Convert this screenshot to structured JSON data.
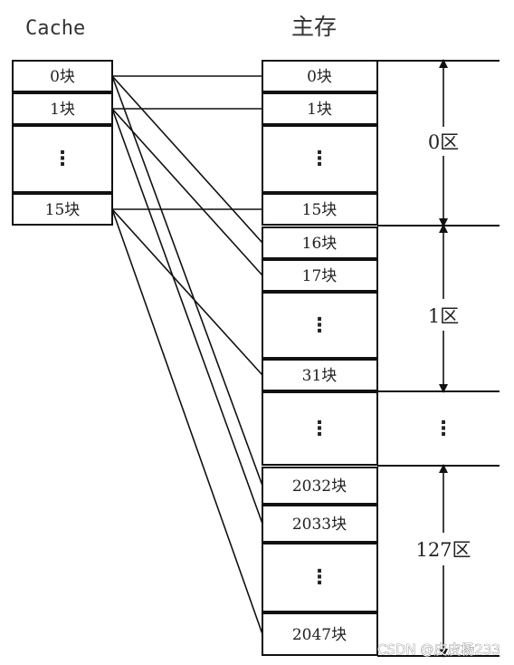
{
  "cache": {
    "title": "Cache",
    "blocks": [
      "0块",
      "1块",
      "⋮",
      "15块"
    ]
  },
  "main_memory": {
    "title": "主存",
    "blocks": [
      "0块",
      "1块",
      "⋮",
      "15块",
      "16块",
      "17块",
      "⋮",
      "31块",
      "⋮",
      "2032块",
      "2033块",
      "⋮",
      "2047块"
    ]
  },
  "zones": [
    {
      "label": "0区"
    },
    {
      "label": "1区"
    },
    {
      "label": "⋮"
    },
    {
      "label": "127区"
    }
  ],
  "watermark": "CSDN @皮皮杨233"
}
